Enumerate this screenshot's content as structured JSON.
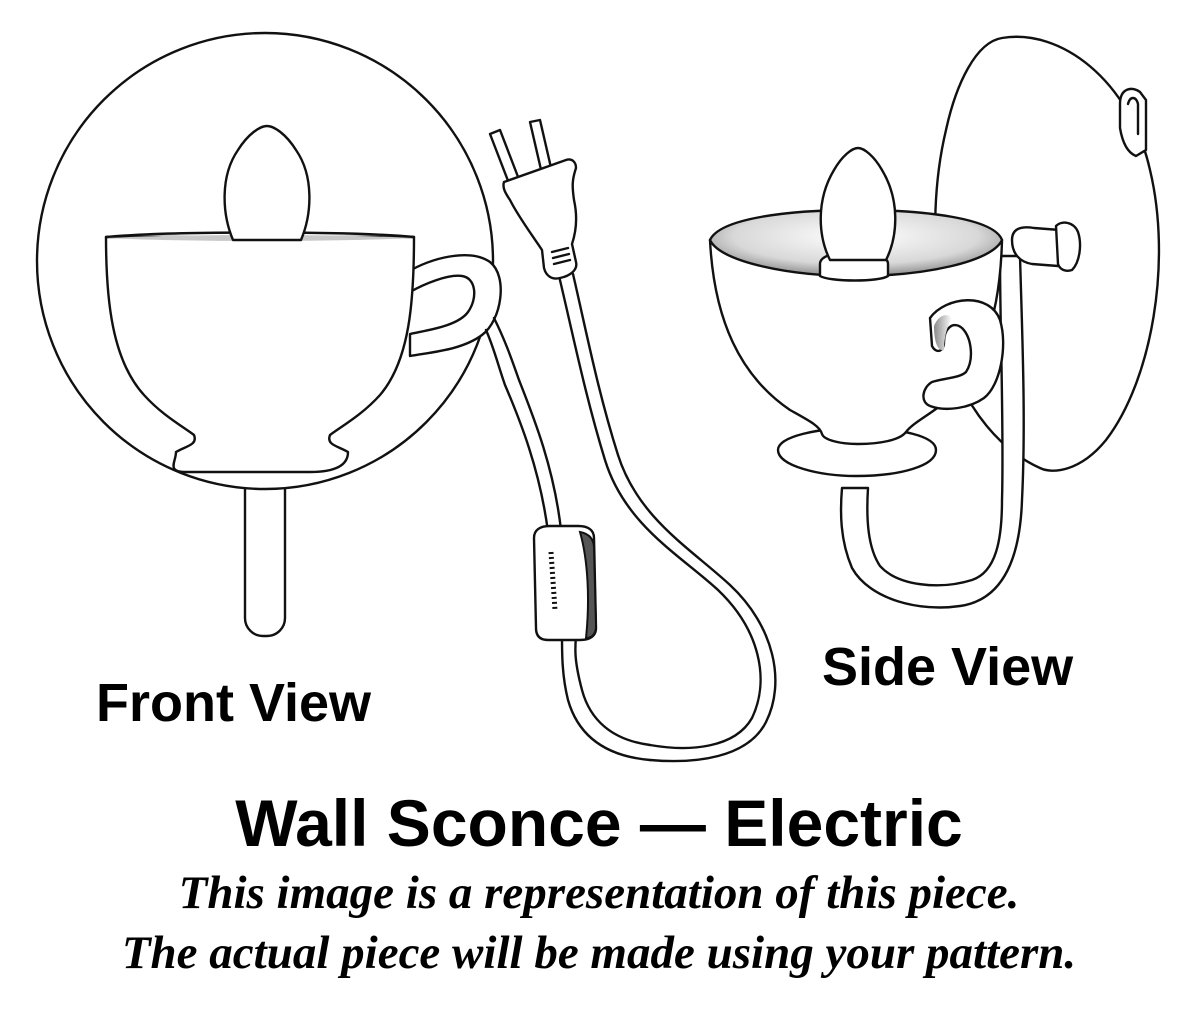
{
  "labels": {
    "front_view": "Front View",
    "side_view": "Side View"
  },
  "title": "Wall Sconce — Electric",
  "notes": {
    "line1": "This image is a representation of this piece.",
    "line2": "The actual piece will be made using your pattern."
  },
  "colors": {
    "ink": "#111111",
    "background": "#ffffff",
    "cup_interior_shade": "#9a9a9a",
    "switch_shade": "#555555"
  }
}
